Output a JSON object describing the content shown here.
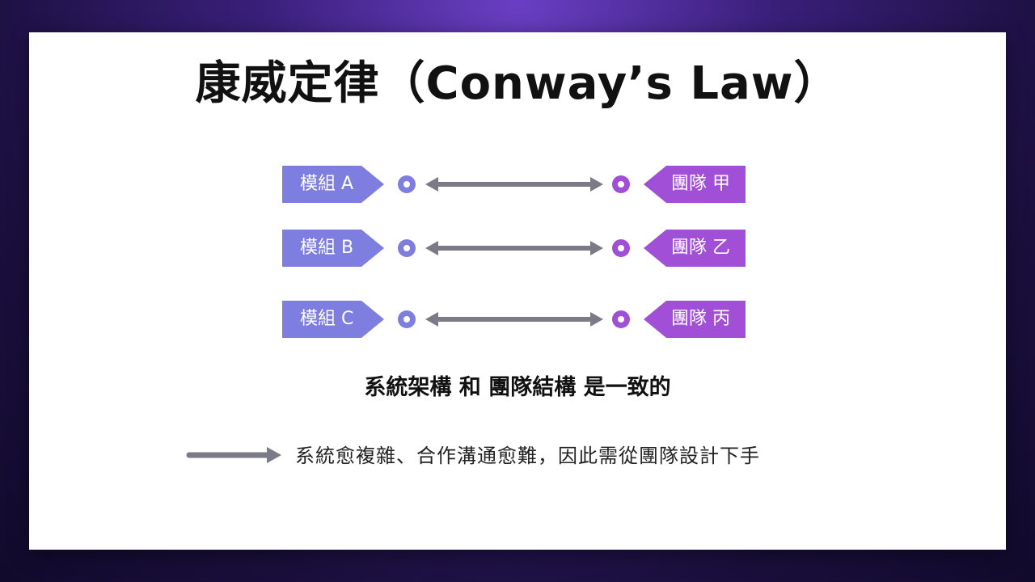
{
  "slide": {
    "title": "康威定律（Conway’s Law）",
    "subtitle": "系統架構 和 團隊結構 是一致的",
    "note": "系統愈複雜、合作溝通愈難，因此需從團隊設計下手"
  },
  "mappings": [
    {
      "module": "模組 A",
      "team": "團隊 甲"
    },
    {
      "module": "模組 B",
      "team": "團隊 乙"
    },
    {
      "module": "模組 C",
      "team": "團隊 丙"
    }
  ],
  "colors": {
    "module": "#7d7ee0",
    "team": "#a24fd8",
    "connector": "#7a7a88",
    "background": "#2a1660",
    "card": "#ffffff"
  }
}
